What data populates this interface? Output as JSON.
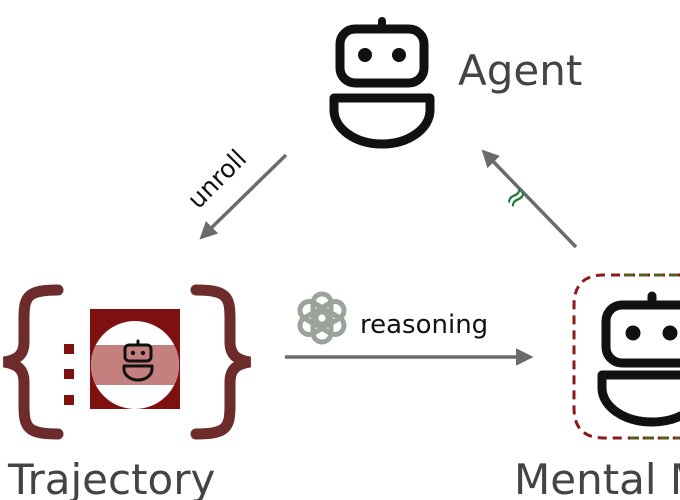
{
  "nodes": {
    "agent": {
      "label": "Agent"
    },
    "trajectory": {
      "label": "Trajectory"
    },
    "mental_model": {
      "label": "Mental M"
    }
  },
  "edges": {
    "unroll": {
      "label": "unroll"
    },
    "reasoning": {
      "label": "reasoning"
    },
    "approx": {
      "label": "≈"
    }
  },
  "icons": {
    "robot": "robot-icon",
    "reasoning": "openai-knot-icon"
  },
  "colors": {
    "stroke": "#111111",
    "arrow": "#6b6b6b",
    "text": "#444444",
    "brace": "#6e2b2b",
    "trajectory_block": "#7f1010",
    "trajectory_band": "#c47f7f",
    "approx": "#1e7a2e",
    "dash_red": "#8b1a1a",
    "dash_olive": "#5a5a22"
  }
}
